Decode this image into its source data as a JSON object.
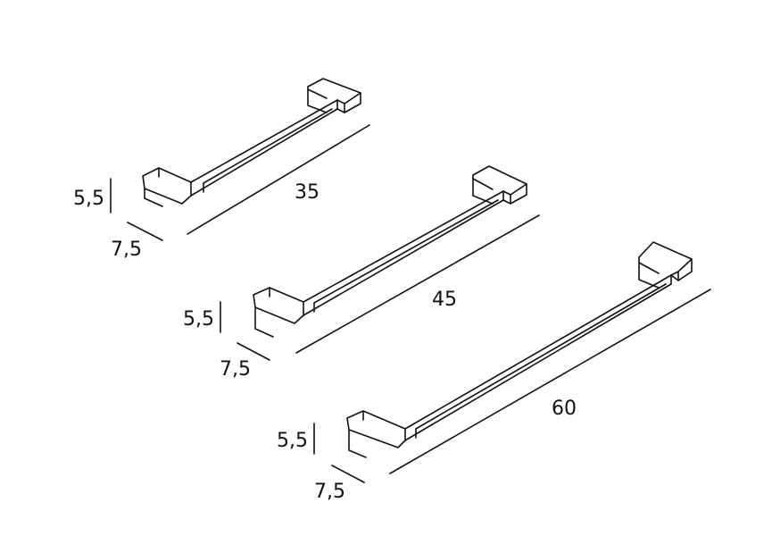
{
  "bars": [
    {
      "length_label": "35",
      "height_label": "5,5",
      "depth_label": "7,5"
    },
    {
      "length_label": "45",
      "height_label": "5,5",
      "depth_label": "7,5"
    },
    {
      "length_label": "60",
      "height_label": "5,5",
      "depth_label": "7,5"
    }
  ],
  "colors": {
    "line": "#111111",
    "background": "#ffffff"
  }
}
